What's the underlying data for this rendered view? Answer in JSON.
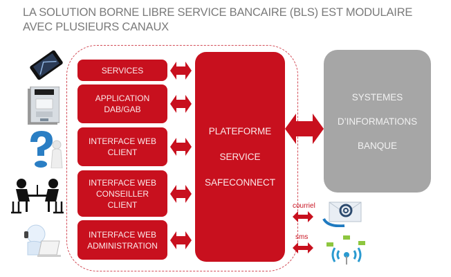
{
  "title": {
    "line1": "LA SOLUTION BORNE LIBRE SERVICE BANCAIRE (BLS) EST MODULAIRE",
    "line2": "AVEC PLUSIEURS CANAUX"
  },
  "channels": [
    {
      "label": "SERVICES",
      "icon": "smartphone-icon"
    },
    {
      "label": "APPLICATION\nDAB/GAB",
      "icon": "atm-icon"
    },
    {
      "label": "INTERFACE WEB\nCLIENT",
      "icon": "question-mark-person-icon"
    },
    {
      "label": "INTERFACE WEB\nCONSEILLER\nCLIENT",
      "icon": "meeting-desk-icon"
    },
    {
      "label": "INTERFACE WEB\nADMINISTRATION",
      "icon": "support-operator-laptop-icon"
    }
  ],
  "platform": {
    "lines": [
      "PLATEFORME",
      "SERVICE",
      "SAFECONNECT"
    ]
  },
  "systems": {
    "lines": [
      "SYSTEMES",
      "D’INFORMATIONS",
      "BANQUE"
    ]
  },
  "outputs": [
    {
      "label": "courriel",
      "icon": "email-icon"
    },
    {
      "label": "sms",
      "icon": "wireless-sms-icon"
    }
  ],
  "colors": {
    "accent": "#c8101e",
    "gray_box": "#a6a6a6",
    "title_text": "#7a7a7a"
  }
}
